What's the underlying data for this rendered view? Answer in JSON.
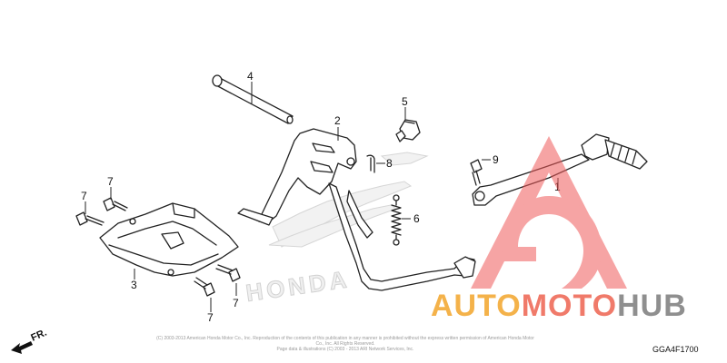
{
  "callouts": {
    "c1": "1",
    "c2": "2",
    "c3": "3",
    "c4": "4",
    "c5": "5",
    "c6": "6",
    "c7a": "7",
    "c7b": "7",
    "c7c": "7",
    "c7d": "7",
    "c8": "8",
    "c9": "9"
  },
  "trademark_text": "HONDA",
  "orientation_label": "FR.",
  "diagram_code": "GGA4F1700",
  "copyright_line1": "(C) 2003-2013 American Honda Motor Co., Inc. Reproduction of the contents of this publication in any manner is prohibited without the express written permission of American Honda Motor Co., Inc. All Rights Reserved.",
  "copyright_line2": "Page data & illustrations (C) 2003 - 2013 ARI Network Services, Inc.",
  "watermark": {
    "part1": "AUTO",
    "part2": "MOTO",
    "part3": "HUB",
    "colors": {
      "part1": "#f4b24a",
      "part2": "#f07a6a",
      "part3": "#8f8f8f",
      "logo": "#f05a5a"
    }
  }
}
